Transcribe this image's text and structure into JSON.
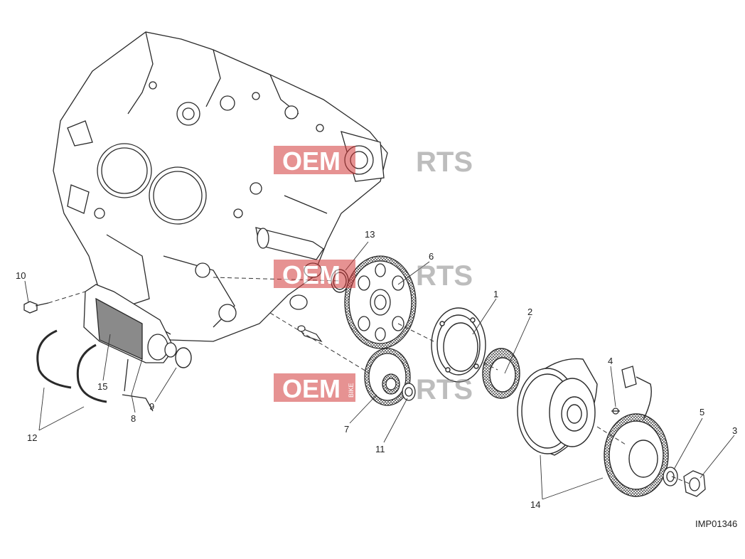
{
  "diagram": {
    "reference_code": "IMP01346",
    "watermark": {
      "box_text": "OEM",
      "side_text": "BIKE",
      "tail_text": "RTS"
    },
    "callouts": [
      "1",
      "2",
      "3",
      "4",
      "5",
      "6",
      "7",
      "8",
      "9",
      "10",
      "11",
      "12",
      "13",
      "14",
      "15"
    ],
    "parts": [
      "engine-crankcase",
      "starter-motor",
      "starter-gear",
      "reduction-gear",
      "gear-washer",
      "o-ring",
      "bolt",
      "freewheel-cover",
      "freewheel",
      "flywheel",
      "stator",
      "washer",
      "nut",
      "harness-clip",
      "cable"
    ]
  }
}
